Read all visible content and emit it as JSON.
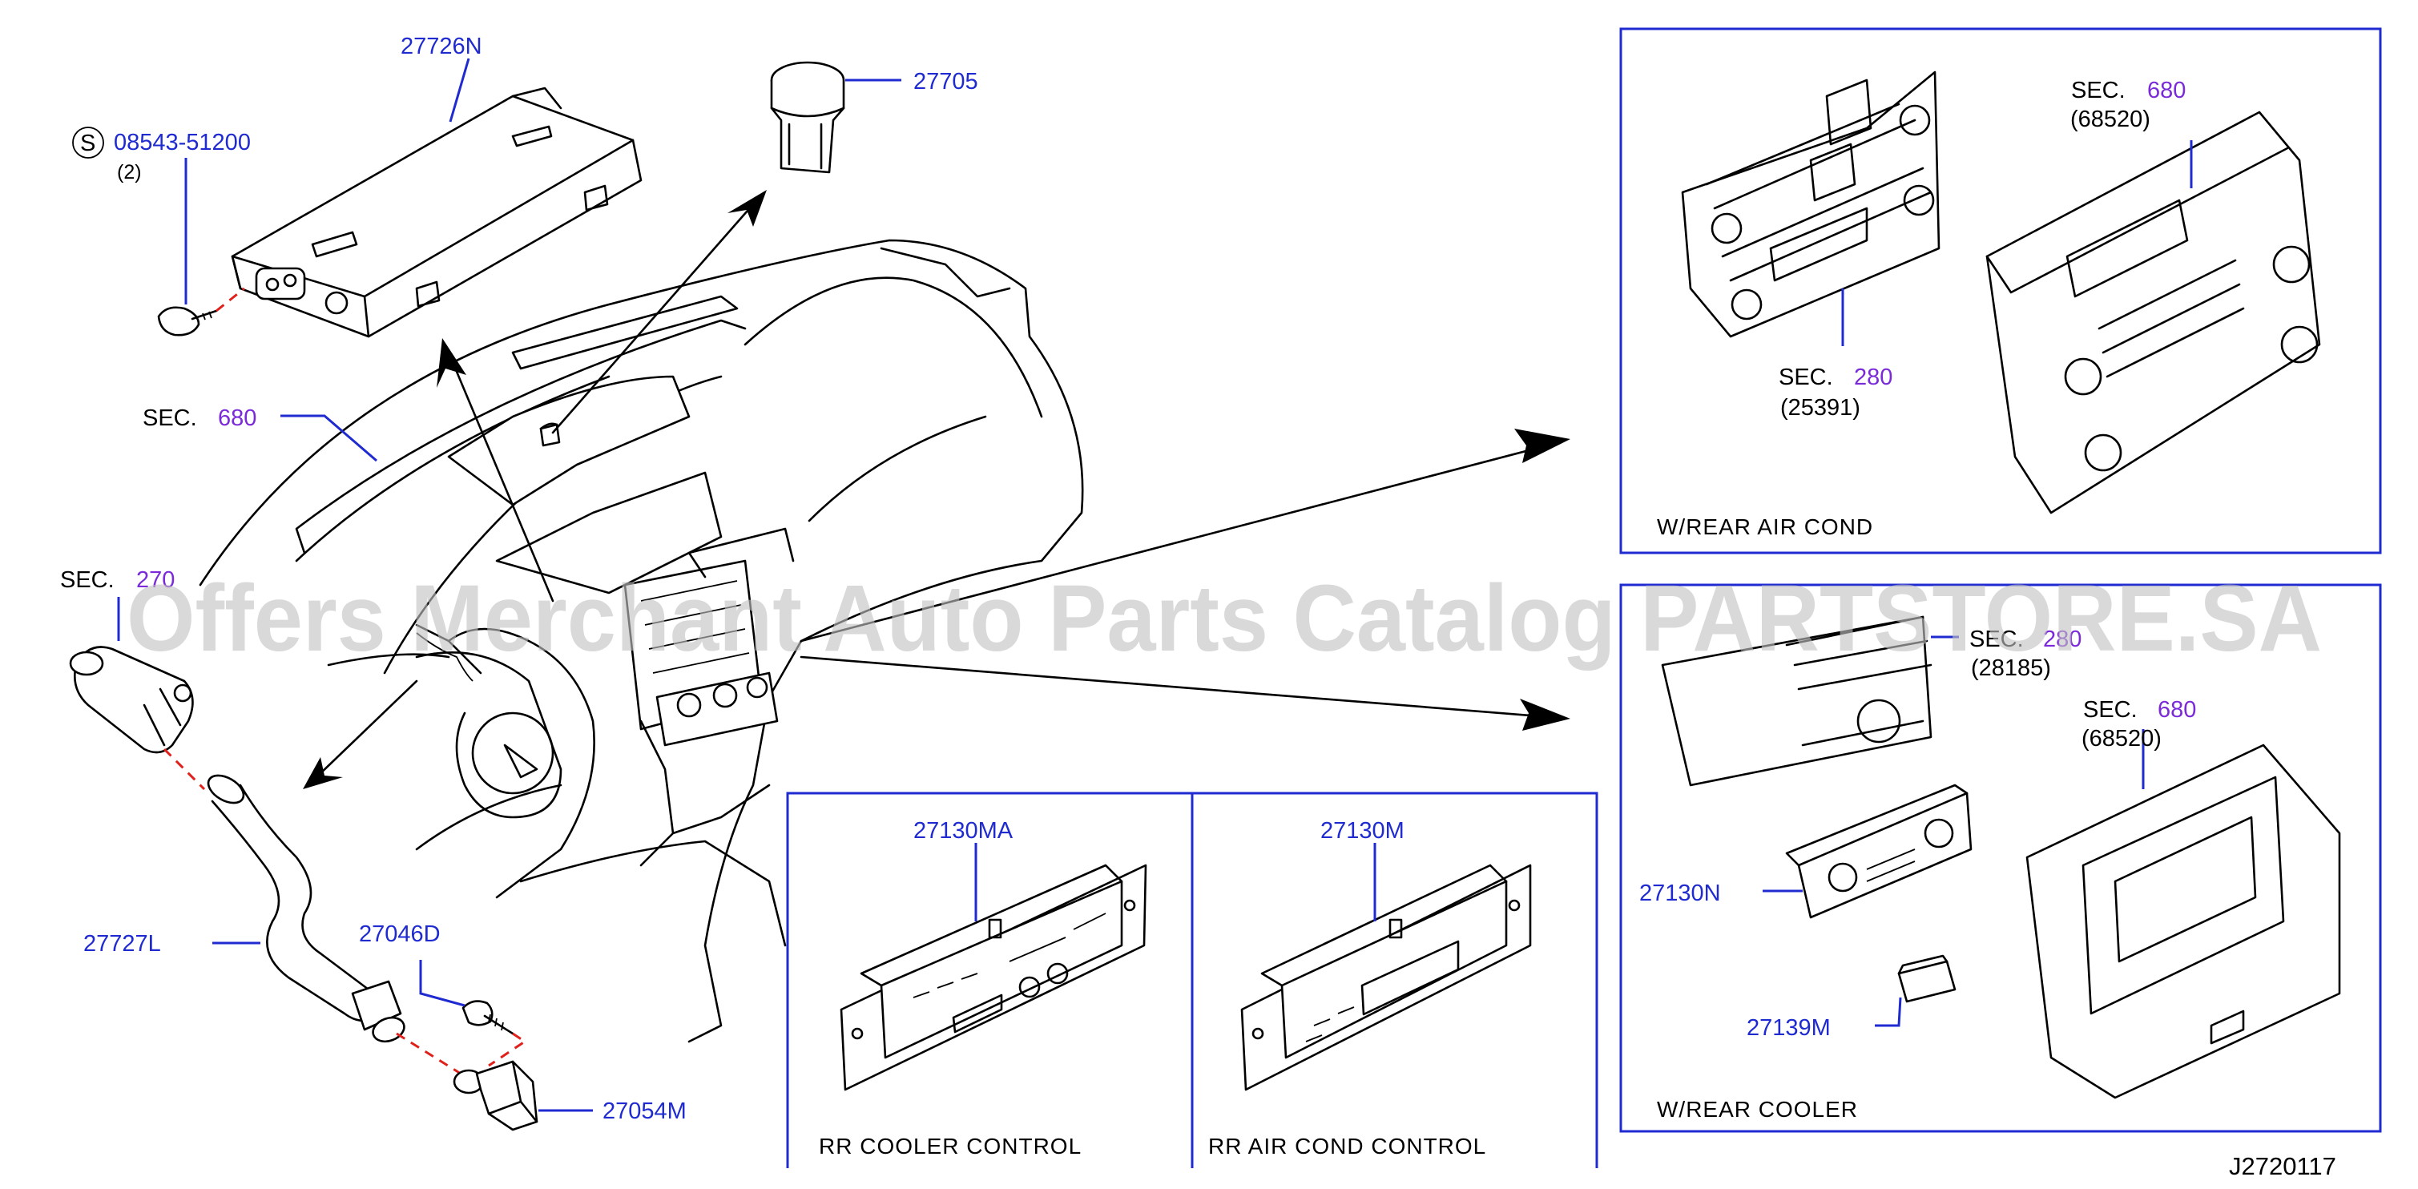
{
  "watermark": "Offers Merchant Auto Parts Catalog PARTSTORE.SA",
  "diagram_id": "J2720117",
  "callouts": {
    "p27726N": "27726N",
    "p27705": "27705",
    "screw_symbol": "S",
    "p08543": "08543-51200",
    "p08543_qty": "(2)",
    "sec680_left_prefix": "SEC.",
    "sec680_left_num": "680",
    "sec270_prefix": "SEC.",
    "sec270_num": "270",
    "p27727L": "27727L",
    "p27046D": "27046D",
    "p27054M": "27054M",
    "p27130MA": "27130MA",
    "p27130M": "27130M",
    "sec680_tr_prefix": "SEC.",
    "sec680_tr_num": "680",
    "sec680_tr_ref": "(68520)",
    "sec280_prefix": "SEC.",
    "sec280_num": "280",
    "sec280_ref": "(25391)",
    "sec280b_prefix": "SEC.",
    "sec280b_num": "280",
    "sec280b_ref": "(28185)",
    "sec680_br_prefix": "SEC.",
    "sec680_br_num": "680",
    "sec680_br_ref": "(68520)",
    "p27130N": "27130N",
    "p27139M": "27139M"
  },
  "captions": {
    "rr_cooler_control": "RR   COOLER   CONTROL",
    "rr_air_cond_control": "RR   AIR   COND   CONTROL",
    "w_rear_air_cond": "W/REAR   AIR   COND",
    "w_rear_cooler": "W/REAR   COOLER"
  },
  "colors": {
    "part_number": "#1f2bd0",
    "section_number": "#7a2ad8",
    "leader_line": "#1f2bd0",
    "hidden_link": "#e0201a",
    "watermark": "#c2c2c2"
  }
}
